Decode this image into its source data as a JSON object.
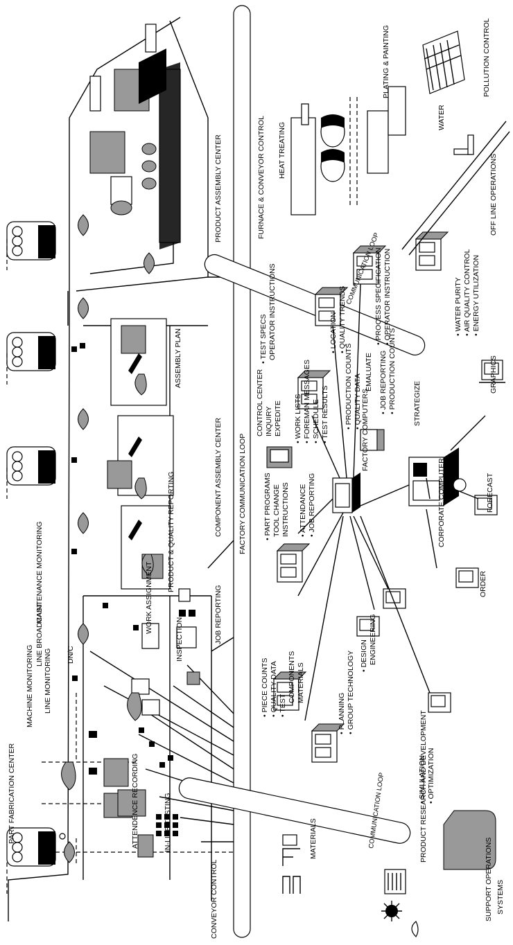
{
  "top": {
    "part_fabrication_center": "PART FABRICATION CENTER",
    "line_broadcast": "LINE BROADCAST",
    "dnc": "DN/C",
    "line_monitoring": "LINE MONITORING",
    "machine_monitoring": "MACHINE MONITORING",
    "attendence_recording": "ATTENDENCE RECORDING",
    "in_line_testing": "IN-LINE TESTING",
    "conveyor_control": "CONVEYOR CONTROL",
    "maintenance_monitoring": "MAINTENANCE MONITORING",
    "work_assignment": "WORK ASSIGNMENT",
    "inspection": "INSPECTION",
    "product_quality_reporting": "PRODUCT & QUALITY REPORTING",
    "job_reporting": "JOB REPORTING",
    "component_assembly_center": "COMPONENT ASSEMBLY CENTER",
    "assembly_plan": "ASSEMBLY PLAN",
    "product_assembly_center": "PRODUCT ASSEMBLY CENTER",
    "factory_communication_loop": "FACTORY COMMUNICATION LOOP"
  },
  "bottom": {
    "support_operations": "SUPPORT OPERATIONS",
    "materials": "MATERIALS",
    "product_research": "PRODUCT RESEARCH AND DEVELOPMENT",
    "communication_loop_left": "COMMUNICATION LOOP",
    "communication_loop_right": "COMMUNICATION LOOP",
    "piece_counts": "• PIECE COUNTS",
    "quality_data_1": "• QUALITY DATA",
    "test": "• TEST",
    "components": "COMPONENTS",
    "materials2": "MATERIALS",
    "planning": "• PLANNING",
    "group_technology": "• GROUP TECHNOLOGY",
    "design": "• DESIGN",
    "engineering": "ENGINEERING",
    "simulation": "• SIMULATION",
    "optimization": "• OPTIMIZATION",
    "systems": "SYSTEMS",
    "part_programs": "• PART PROGRAMS",
    "tool_change": "TOOL CHANGE",
    "instructions": "INSTRUCTIONS",
    "attendance": "• ATTENDANCE",
    "job_reporting_b": "• JOB REPORTING",
    "work_lists": "• WORK LISTS",
    "foreman_messages": "• FOREMAN MESSAGES",
    "schedule": "• SCHEDULE",
    "test_results": "• TEST RESULTS",
    "factory_computers": "FACTORY COMPUTERS",
    "corporate_computer": "CORPORATE COMPUTER",
    "order": "ORDER",
    "forecast": "FORECAST",
    "strategize": "STRATEGIZE",
    "emaluate": "EMALUATE",
    "control_center": "CONTROL CENTER",
    "inquiry": "INQUIRY",
    "expedite": "EXPEDITE",
    "production_counts_1": "• PRODUCTION COUNTS",
    "quality_data_2": "• QUALITY DATA",
    "test_specs": "• TEST SPECS",
    "operator_instructions": "OPERATOR INSTRUCTIONS",
    "location": "• LOCATION",
    "quality_trends": "• QUALITY TRENDS",
    "job_reporting_c": "• JOB REPORTING",
    "production_counts_2": "• PRODUCTION COUNTS",
    "process_specification": "• PROCESS SPECIFICATION",
    "operator_instruction": "• OPERATOR INSTRUCTION",
    "water_purity": "• WATER PURITY",
    "air_quality_control": "• AIR QUALITY CONTROL",
    "energy_utilization": "• ENERGY UTILIZATION",
    "graphics": "GRAPHICS",
    "furnace_conveyor_control": "FURNACE & CONVEYOR CONTROL",
    "heat_treating": "HEAT TREATING",
    "plating_painting": "PLATING & PAINTING",
    "water": "WATER",
    "pollution_control": "POLLUTION CONTROL",
    "off_line_operations": "OFF LINE OPERATIONS"
  }
}
